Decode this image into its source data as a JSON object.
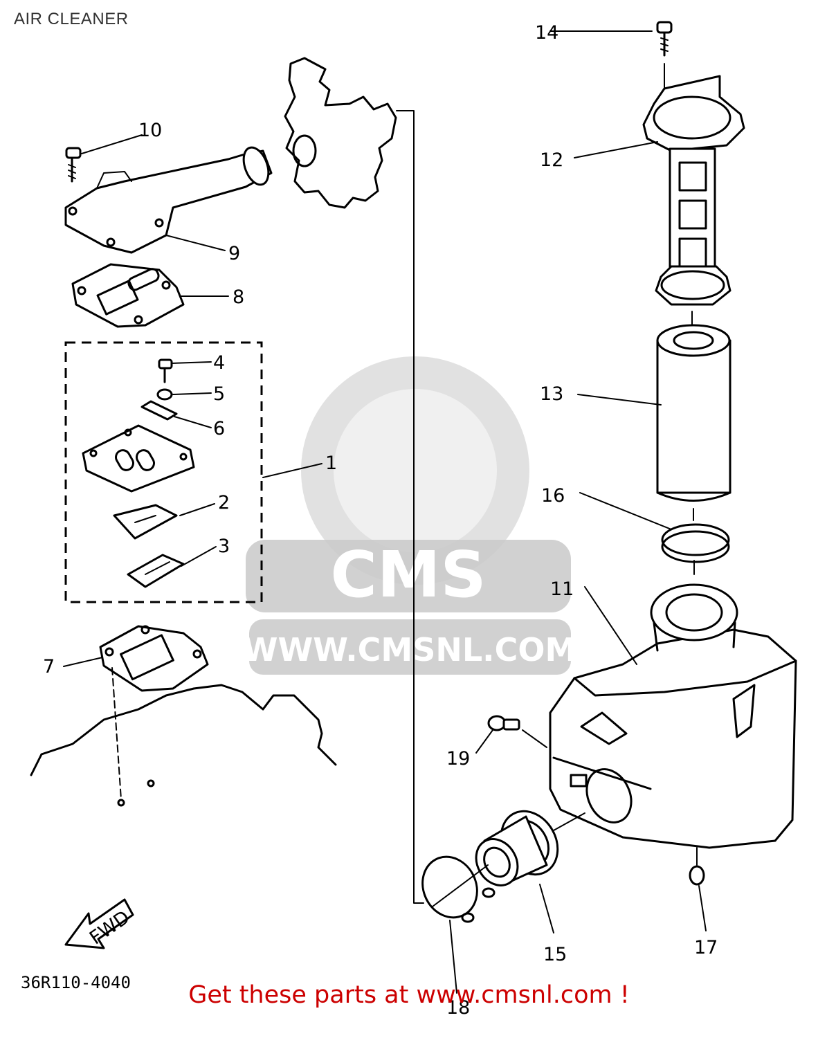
{
  "title": "AIR CLEANER",
  "drawing_code": "36R110-4040",
  "fwd_label": "FWD",
  "watermark": {
    "brand": "CMS",
    "url": "WWW.CMSNL.COM"
  },
  "cta": "Get these parts at www.cmsnl.com !",
  "callouts": {
    "p1": "1",
    "p2": "2",
    "p3": "3",
    "p4": "4",
    "p5": "5",
    "p6": "6",
    "p7": "7",
    "p8": "8",
    "p9": "9",
    "p10": "10",
    "p11": "11",
    "p12": "12",
    "p13": "13",
    "p14": "14",
    "p15": "15",
    "p16": "16",
    "p17": "17",
    "p18": "18",
    "p19": "19"
  },
  "colors": {
    "line": "#000000",
    "cta": "#cc0000",
    "watermark": "#c9c9c9"
  }
}
